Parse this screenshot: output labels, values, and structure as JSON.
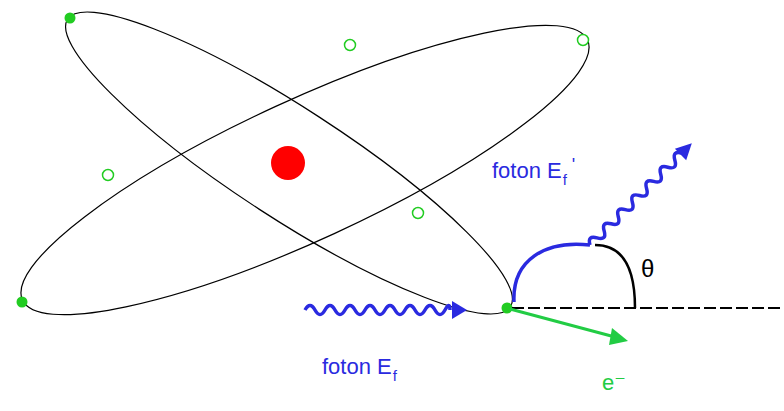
{
  "diagram": {
    "labels": [
      "foton E",
      "f",
      "'",
      "θ",
      "foton E",
      "f",
      "e⁻"
    ]
  }
}
